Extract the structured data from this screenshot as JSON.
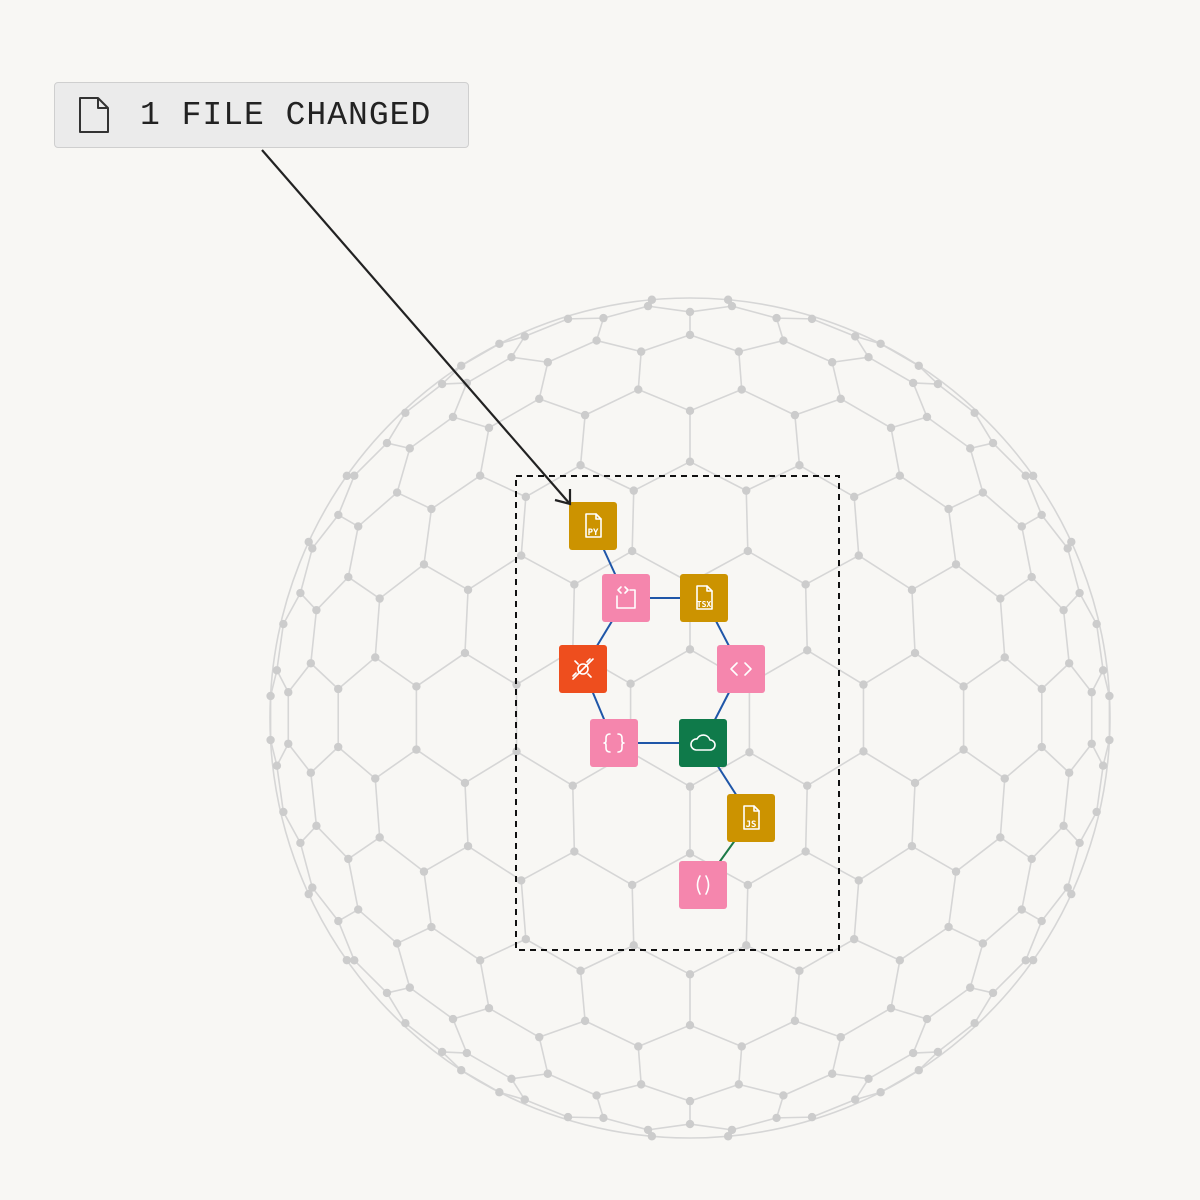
{
  "callout": {
    "label": "1 FILE CHANGED",
    "icon": "file-icon"
  },
  "colors": {
    "background": "#f8f7f4",
    "mesh": "#d6d6d6",
    "mesh_node": "#cccccc",
    "edge_blue": "#1f56a8",
    "edge_green": "#1d7a47",
    "file_gold": "#cc9300",
    "pink": "#f586ad",
    "orange": "#ee4e1e",
    "green": "#0f7a4a",
    "arrow": "#222222"
  },
  "nodes": [
    {
      "id": "py",
      "kind": "file",
      "badge": "PY",
      "color": "file_gold",
      "icon": "python-file-icon"
    },
    {
      "id": "component",
      "kind": "code",
      "color": "pink",
      "icon": "code-frame-icon"
    },
    {
      "id": "tsx",
      "kind": "file",
      "badge": "TSX",
      "color": "file_gold",
      "icon": "tsx-file-icon"
    },
    {
      "id": "plugin",
      "kind": "plugin",
      "color": "orange",
      "icon": "plug-disconnected-icon"
    },
    {
      "id": "code",
      "kind": "code",
      "color": "pink",
      "icon": "code-brackets-icon"
    },
    {
      "id": "json",
      "kind": "object",
      "color": "pink",
      "icon": "curly-braces-icon"
    },
    {
      "id": "cloud",
      "kind": "service",
      "color": "green",
      "icon": "cloud-icon"
    },
    {
      "id": "js",
      "kind": "file",
      "badge": "JS",
      "color": "file_gold",
      "icon": "js-file-icon"
    },
    {
      "id": "fn",
      "kind": "function",
      "color": "pink",
      "icon": "parentheses-icon"
    }
  ],
  "edges": [
    {
      "from": "py",
      "to": "component",
      "color": "edge_blue"
    },
    {
      "from": "component",
      "to": "tsx",
      "color": "edge_blue"
    },
    {
      "from": "component",
      "to": "plugin",
      "color": "edge_blue"
    },
    {
      "from": "tsx",
      "to": "code",
      "color": "edge_blue"
    },
    {
      "from": "plugin",
      "to": "json",
      "color": "edge_blue"
    },
    {
      "from": "code",
      "to": "cloud",
      "color": "edge_blue"
    },
    {
      "from": "json",
      "to": "cloud",
      "color": "edge_blue"
    },
    {
      "from": "cloud",
      "to": "js",
      "color": "edge_blue"
    },
    {
      "from": "js",
      "to": "fn",
      "color": "edge_green"
    }
  ]
}
